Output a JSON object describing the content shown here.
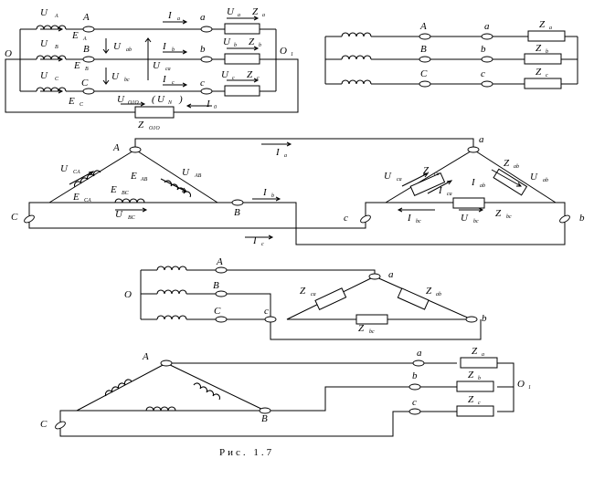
{
  "caption": "Рис. 1.7",
  "fig1": {
    "phases": [
      {
        "emf_label": "E",
        "emf_sub": "A",
        "voltage_label": "U",
        "voltage_sub": "A",
        "source_node": "A",
        "load_node": "a",
        "current_label": "I",
        "current_sub": "a",
        "load_voltage_label": "U",
        "load_voltage_sub": "a",
        "impedance_label": "Z",
        "impedance_sub": "a"
      },
      {
        "emf_label": "E",
        "emf_sub": "B",
        "voltage_label": "U",
        "voltage_sub": "B",
        "source_node": "B",
        "load_node": "b",
        "current_label": "I",
        "current_sub": "b",
        "load_voltage_label": "U",
        "load_voltage_sub": "b",
        "impedance_label": "Z",
        "impedance_sub": "b"
      },
      {
        "emf_label": "E",
        "emf_sub": "C",
        "voltage_label": "U",
        "voltage_sub": "C",
        "source_node": "C",
        "load_node": "c",
        "current_label": "I",
        "current_sub": "c",
        "load_voltage_label": "U",
        "load_voltage_sub": "c",
        "impedance_label": "Z",
        "impedance_sub": "c"
      }
    ],
    "line_voltages": [
      {
        "label": "U",
        "sub": "ab"
      },
      {
        "label": "U",
        "sub": "bc"
      },
      {
        "label": "U",
        "sub": "ca"
      }
    ],
    "source_neutral": "O",
    "load_neutral": "O",
    "load_neutral_sub": "1",
    "neutral_voltage": {
      "label": "U",
      "sub": "O1O",
      "alt_label": "U",
      "alt_sub": "N"
    },
    "neutral_current": {
      "label": "I",
      "sub": "0"
    },
    "neutral_impedance": {
      "label": "Z",
      "sub": "O1O"
    }
  },
  "fig2": {
    "source_nodes": [
      "A",
      "B",
      "C"
    ],
    "load_nodes": [
      "a",
      "b",
      "c"
    ],
    "impedances": [
      {
        "label": "Z",
        "sub": "a"
      },
      {
        "label": "Z",
        "sub": "b"
      },
      {
        "label": "Z",
        "sub": "c"
      }
    ]
  },
  "fig3": {
    "source_nodes": [
      "A",
      "B",
      "C"
    ],
    "load_nodes": [
      "a",
      "b",
      "c"
    ],
    "emfs": [
      {
        "label": "E",
        "sub": "AB"
      },
      {
        "label": "E",
        "sub": "BC"
      },
      {
        "label": "E",
        "sub": "CA"
      }
    ],
    "source_voltages": [
      {
        "label": "U",
        "sub": "AB"
      },
      {
        "label": "U",
        "sub": "BC"
      },
      {
        "label": "U",
        "sub": "CA"
      }
    ],
    "line_currents": [
      {
        "label": "I",
        "sub": "a"
      },
      {
        "label": "I",
        "sub": "b"
      },
      {
        "label": "I",
        "sub": "c"
      }
    ],
    "load_voltages": [
      {
        "label": "U",
        "sub": "ab"
      },
      {
        "label": "U",
        "sub": "bc"
      },
      {
        "label": "U",
        "sub": "ca"
      }
    ],
    "phase_currents": [
      {
        "label": "I",
        "sub": "ab"
      },
      {
        "label": "I",
        "sub": "bc"
      },
      {
        "label": "I",
        "sub": "ca"
      }
    ],
    "impedances": [
      {
        "label": "Z",
        "sub": "ab"
      },
      {
        "label": "Z",
        "sub": "bc"
      },
      {
        "label": "Z",
        "sub": "ca"
      }
    ]
  },
  "fig4": {
    "source_nodes": [
      "A",
      "B",
      "C"
    ],
    "source_neutral": "O",
    "load_nodes": [
      "a",
      "b",
      "c"
    ],
    "impedances": [
      {
        "label": "Z",
        "sub": "ab"
      },
      {
        "label": "Z",
        "sub": "bc"
      },
      {
        "label": "Z",
        "sub": "ca"
      }
    ]
  },
  "fig5": {
    "source_nodes": [
      "A",
      "B",
      "C"
    ],
    "load_nodes": [
      "a",
      "b",
      "c"
    ],
    "load_neutral": "O",
    "load_neutral_sub": "1",
    "impedances": [
      {
        "label": "Z",
        "sub": "a"
      },
      {
        "label": "Z",
        "sub": "b"
      },
      {
        "label": "Z",
        "sub": "c"
      }
    ]
  }
}
